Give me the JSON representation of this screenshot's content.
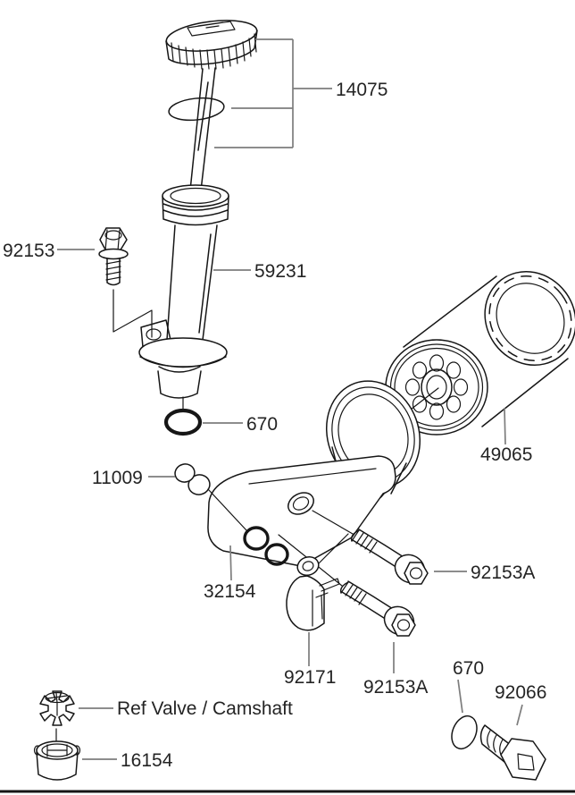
{
  "diagram": {
    "background": "#ffffff",
    "line_color": "#161616",
    "leader_color": "#7d7d7d",
    "text_color": "#242424",
    "labels": {
      "cap_assembly": "14075",
      "flange_bolt": "92153",
      "dipstick_tube": "59231",
      "tube_oring": "670",
      "grommets": "11009",
      "oil_filter": "49065",
      "filter_bracket": "32154",
      "bracket_bolt_upper": "92153A",
      "clamp": "92171",
      "bracket_bolt_lower": "92153A",
      "plug_oring": "670",
      "plug": "92066",
      "ref_note": "Ref Valve / Camshaft",
      "rotor_cup": "16154"
    }
  }
}
